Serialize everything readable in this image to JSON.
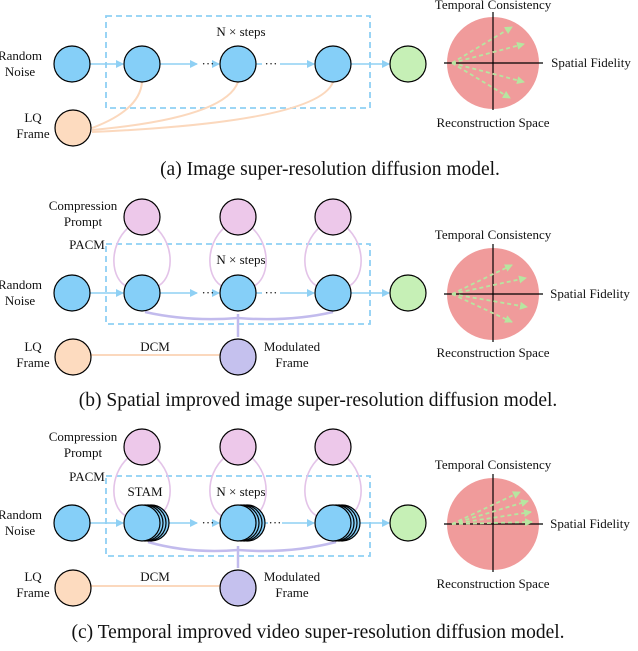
{
  "panel_a": {
    "input_label_1": "Random",
    "input_label_2": "Noise",
    "lq_label_1": "LQ",
    "lq_label_2": "Frame",
    "steps": "N × steps",
    "top_label": "Temporal Consistency",
    "right_label": "Spatial Fidelity",
    "bottom_label": "Reconstruction Space",
    "caption": "(a)  Image super-resolution diffusion model."
  },
  "panel_b": {
    "prompt_label_1": "Compression",
    "prompt_label_2": "Prompt",
    "pacm": "PACM",
    "input_label_1": "Random",
    "input_label_2": "Noise",
    "lq_label_1": "LQ",
    "lq_label_2": "Frame",
    "dcm": "DCM",
    "mod_label_1": "Modulated",
    "mod_label_2": "Frame",
    "steps": "N × steps",
    "top_label": "Temporal Consistency",
    "right_label": "Spatial Fidelity",
    "bottom_label": "Reconstruction Space",
    "caption": "(b)  Spatial improved image super-resolution diffusion model."
  },
  "panel_c": {
    "prompt_label_1": "Compression",
    "prompt_label_2": "Prompt",
    "pacm": "PACM",
    "stam": "STAM",
    "input_label_1": "Random",
    "input_label_2": "Noise",
    "lq_label_1": "LQ",
    "lq_label_2": "Frame",
    "dcm": "DCM",
    "mod_label_1": "Modulated",
    "mod_label_2": "Frame",
    "steps": "N × steps",
    "top_label": "Temporal Consistency",
    "right_label": "Spatial Fidelity",
    "bottom_label": "Reconstruction Space",
    "caption": "(c)  Temporal improved video super-resolution diffusion model."
  },
  "ellipsis": "···",
  "colors": {
    "node_blue": "#85cff8",
    "output_green": "#c6f0b6",
    "lq_peach": "#fddbbf",
    "prompt_pink": "#edc8ea",
    "modulated_lavender": "#c5c1ee",
    "space_red": "#f09b9b",
    "dashed_box": "#8fd0f4"
  }
}
